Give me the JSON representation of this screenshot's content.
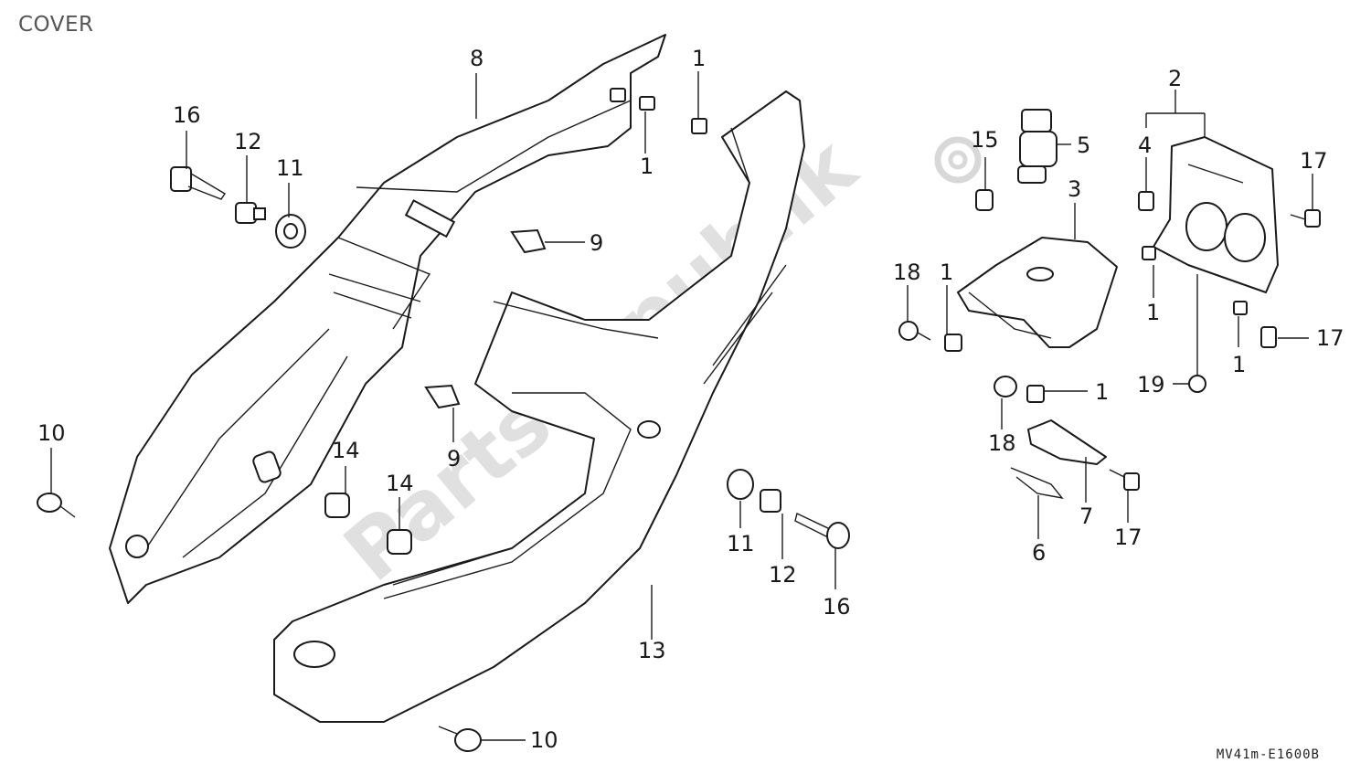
{
  "title": "COVER",
  "diagram_code": "MV41m-E1600B",
  "watermark": "PartsRepublik",
  "callouts": [
    {
      "id": "c8",
      "text": "8"
    },
    {
      "id": "c1a",
      "text": "1"
    },
    {
      "id": "c1b",
      "text": "1"
    },
    {
      "id": "c16a",
      "text": "16"
    },
    {
      "id": "c12a",
      "text": "12"
    },
    {
      "id": "c11a",
      "text": "11"
    },
    {
      "id": "c9a",
      "text": "9"
    },
    {
      "id": "c9b",
      "text": "9"
    },
    {
      "id": "c10a",
      "text": "10"
    },
    {
      "id": "c14a",
      "text": "14"
    },
    {
      "id": "c14b",
      "text": "14"
    },
    {
      "id": "c11b",
      "text": "11"
    },
    {
      "id": "c12b",
      "text": "12"
    },
    {
      "id": "c16b",
      "text": "16"
    },
    {
      "id": "c13",
      "text": "13"
    },
    {
      "id": "c10b",
      "text": "10"
    },
    {
      "id": "c15",
      "text": "15"
    },
    {
      "id": "c5",
      "text": "5"
    },
    {
      "id": "c3",
      "text": "3"
    },
    {
      "id": "c18a",
      "text": "18"
    },
    {
      "id": "c1c",
      "text": "1"
    },
    {
      "id": "c2",
      "text": "2"
    },
    {
      "id": "c4",
      "text": "4"
    },
    {
      "id": "c17a",
      "text": "17"
    },
    {
      "id": "c1d",
      "text": "1"
    },
    {
      "id": "c17b",
      "text": "17"
    },
    {
      "id": "c19",
      "text": "19"
    },
    {
      "id": "c1e",
      "text": "1"
    },
    {
      "id": "c1f",
      "text": "1"
    },
    {
      "id": "c18b",
      "text": "18"
    },
    {
      "id": "c7",
      "text": "7"
    },
    {
      "id": "c6",
      "text": "6"
    },
    {
      "id": "c17c",
      "text": "17"
    }
  ]
}
